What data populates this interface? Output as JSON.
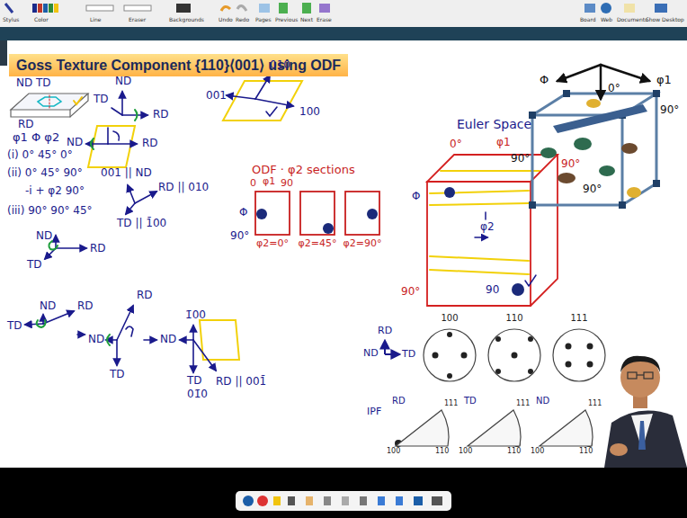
{
  "diagram": {
    "title": "Goss Texture Component {110}⟨001⟩ using ODF",
    "nodes": [
      {
        "text": [
          "φ2=0°"
        ]
      },
      {
        "text": [
          "φ2=45°"
        ]
      },
      {
        "text": [
          "φ2=90°"
        ]
      },
      {
        "text": [
          "100"
        ]
      },
      {
        "text": [
          "110"
        ]
      },
      {
        "text": [
          "111"
        ]
      },
      {
        "text": [
          "RD",
          "100",
          "110",
          "111"
        ]
      },
      {
        "text": [
          "TD",
          "100",
          "110",
          "111"
        ]
      },
      {
        "text": [
          "ND",
          "100",
          "110",
          "111"
        ]
      }
    ],
    "labels": [
      "Stylus",
      "Color",
      "Line",
      "Eraser",
      "Backgrounds",
      "Undo",
      "Redo",
      "Pages",
      "Previous",
      "Next",
      "Erase",
      "Board",
      "Web",
      "Documents",
      "Show Desktop",
      "ND",
      "TD",
      "RD",
      "ND",
      "TD",
      "RD",
      "010",
      "100",
      "001",
      "φ1 Φ φ2",
      "(i) 0° 45° 0°",
      "(ii) 0° 45° 90°",
      "-i + φ2 90°",
      "(iii) 90° 90° 45°",
      "ND",
      "RD",
      "001 || ND",
      "RD || 010",
      "TD || 1̄00",
      "ND",
      "TD",
      "RD",
      "ND",
      "TD",
      "RD",
      "ND",
      "RD",
      "TD",
      "1̄00",
      "ND",
      "TD",
      "01̄0",
      "RD || 001̄",
      "ODF · φ2 sections",
      "0",
      "φ1",
      "90",
      "Φ",
      "90°",
      "Euler Space",
      "0°",
      "φ1",
      "90°",
      "Φ",
      "90°",
      "φ2",
      "90",
      "Φ",
      "0°",
      "φ1",
      "90°",
      "90°",
      "90°",
      "RD",
      "ND",
      "TD",
      "IPF"
    ]
  }
}
